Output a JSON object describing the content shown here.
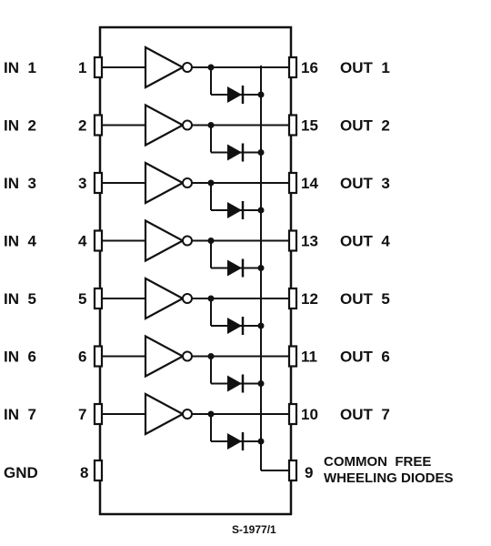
{
  "ic": {
    "inputs": [
      {
        "pin": "1",
        "label": "IN  1"
      },
      {
        "pin": "2",
        "label": "IN  2"
      },
      {
        "pin": "3",
        "label": "IN  3"
      },
      {
        "pin": "4",
        "label": "IN  4"
      },
      {
        "pin": "5",
        "label": "IN  5"
      },
      {
        "pin": "6",
        "label": "IN  6"
      },
      {
        "pin": "7",
        "label": "IN  7"
      }
    ],
    "gnd": {
      "pin": "8",
      "label": "GND"
    },
    "outputs": [
      {
        "pin": "16",
        "label": "OUT  1"
      },
      {
        "pin": "15",
        "label": "OUT  2"
      },
      {
        "pin": "14",
        "label": "OUT  3"
      },
      {
        "pin": "13",
        "label": "OUT  4"
      },
      {
        "pin": "12",
        "label": "OUT  5"
      },
      {
        "pin": "11",
        "label": "OUT  6"
      },
      {
        "pin": "10",
        "label": "OUT  7"
      }
    ],
    "common": {
      "pin": "9",
      "line1": "COMMON  FREE",
      "line2": "WHEELING DIODES"
    },
    "caption": "S-1977/1"
  },
  "colors": {
    "ink": "#111111",
    "paper": "#ffffff"
  }
}
